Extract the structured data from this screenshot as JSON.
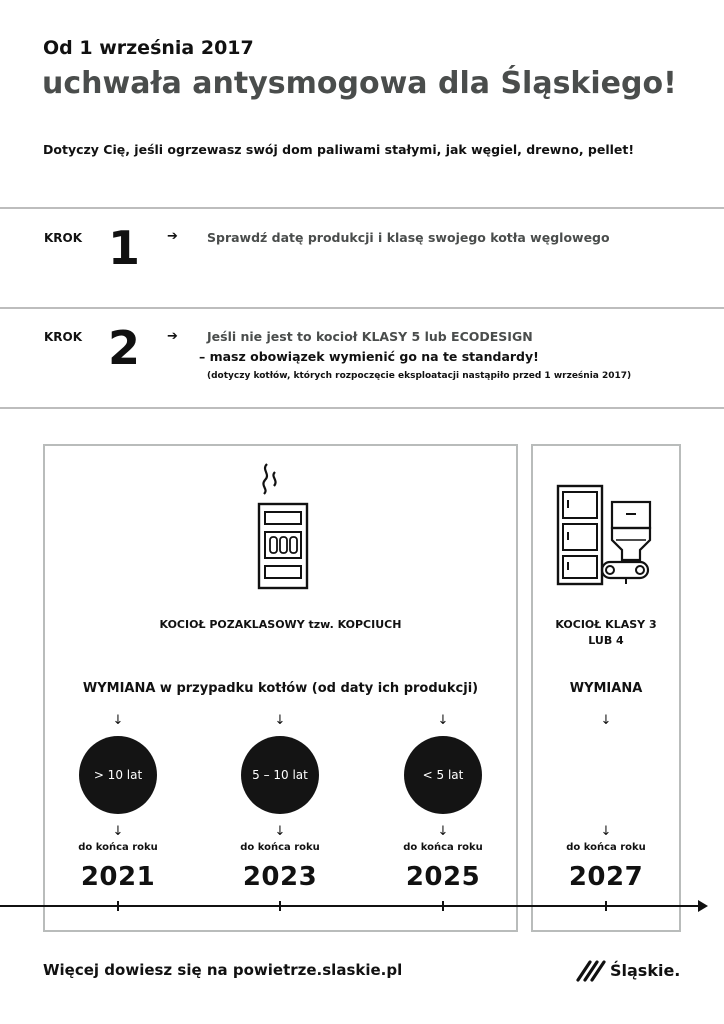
{
  "header": {
    "date_line": "Od 1 września 2017",
    "title": "uchwała antysmogowa dla Śląskiego!",
    "subtitle": "Dotyczy Cię, jeśli ogrzewasz swój dom paliwami stałymi, jak węgiel, drewno, pellet!"
  },
  "steps": [
    {
      "label": "KROK",
      "number": "1",
      "arrow": "➔",
      "text": "Sprawdź datę produkcji i klasę swojego kotła węglowego"
    },
    {
      "label": "KROK",
      "number": "2",
      "arrow": "➔",
      "text_line1": "Jeśli nie jest to kocioł KLASY 5 lub ECODESIGN",
      "text_line2": "– masz obowiązek wymienić go na te standardy!",
      "note": "(dotyczy kotłów, których rozpoczęcie eksploatacji nastąpiło przed 1 września 2017)"
    }
  ],
  "left_panel": {
    "boiler_title": "KOCIOŁ POZAKLASOWY tzw. KOPCIUCH",
    "replace_bold": "WYMIANA",
    "replace_rest": " w przypadku kotłów (od daty ich produkcji)",
    "arrow_down": "↓",
    "groups": [
      {
        "age": "> 10 lat",
        "until": "do końca roku",
        "year": "2021"
      },
      {
        "age": "5 – 10 lat",
        "until": "do końca roku",
        "year": "2023"
      },
      {
        "age": "< 5 lat",
        "until": "do końca roku",
        "year": "2025"
      }
    ]
  },
  "right_panel": {
    "boiler_title_line1": "KOCIOŁ KLASY 3",
    "boiler_title_line2": "LUB 4",
    "replace": "WYMIANA",
    "arrow_down": "↓",
    "until": "do końca roku",
    "year": "2027"
  },
  "footer": {
    "more_info": "Więcej dowiesz się na powietrze.slaskie.pl",
    "logo_text": "Śląskie."
  }
}
